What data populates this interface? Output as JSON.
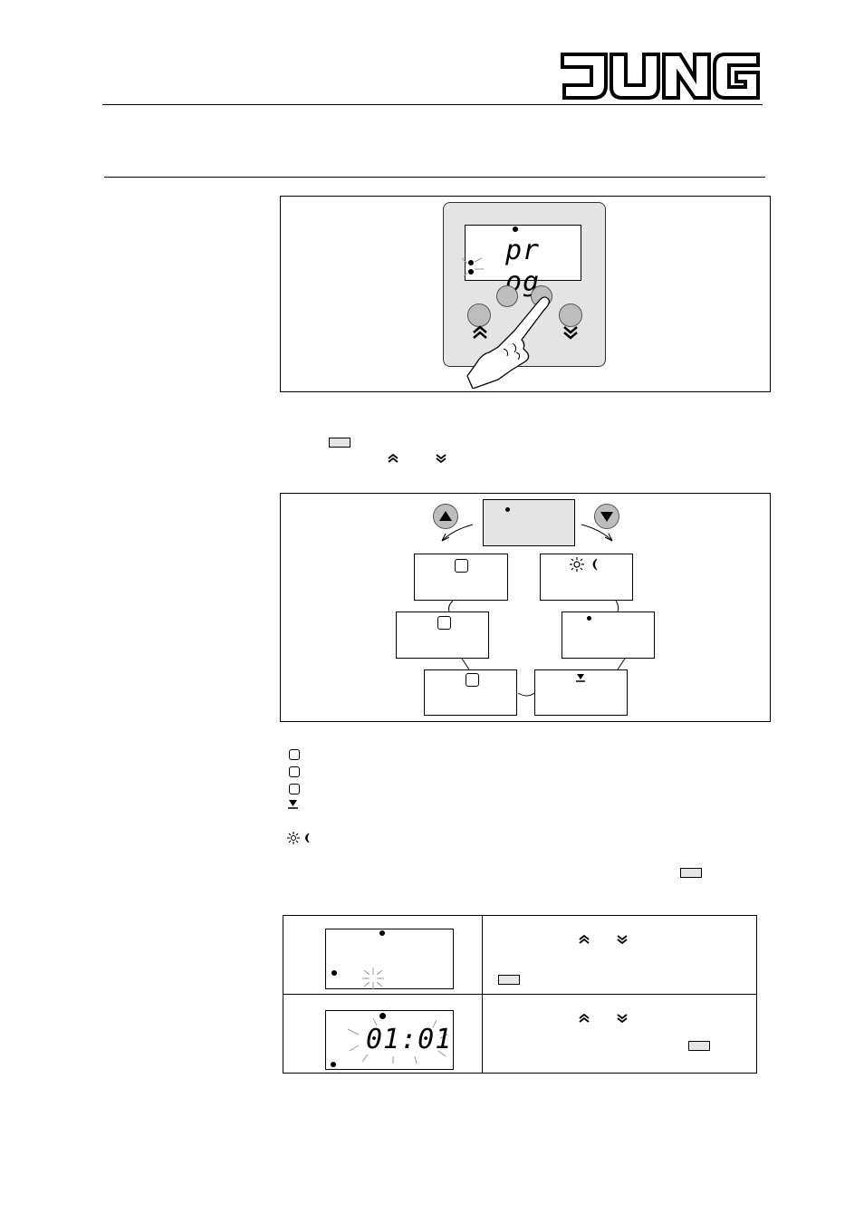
{
  "header": {
    "brand_logo": "JUNG"
  },
  "figure_prog": {
    "lcd_text": "pr og"
  },
  "figure_time_set": {
    "lcd_text": "01:01"
  },
  "icons": {
    "up_key": "chevron-up-icon",
    "down_key": "chevron-down-icon",
    "sun_moon": "sun-moon-icon",
    "blind": "blind-down-icon",
    "arrow_up_button": "triangle-up-icon",
    "arrow_down_button": "triangle-down-icon",
    "finger": "pressing-finger-icon"
  },
  "colors": {
    "device_panel": "#e4e4e4",
    "button_grey": "#bdbdbd",
    "key_tag": "#e6e6e6",
    "lcd_frame": "#cfcfcf"
  }
}
